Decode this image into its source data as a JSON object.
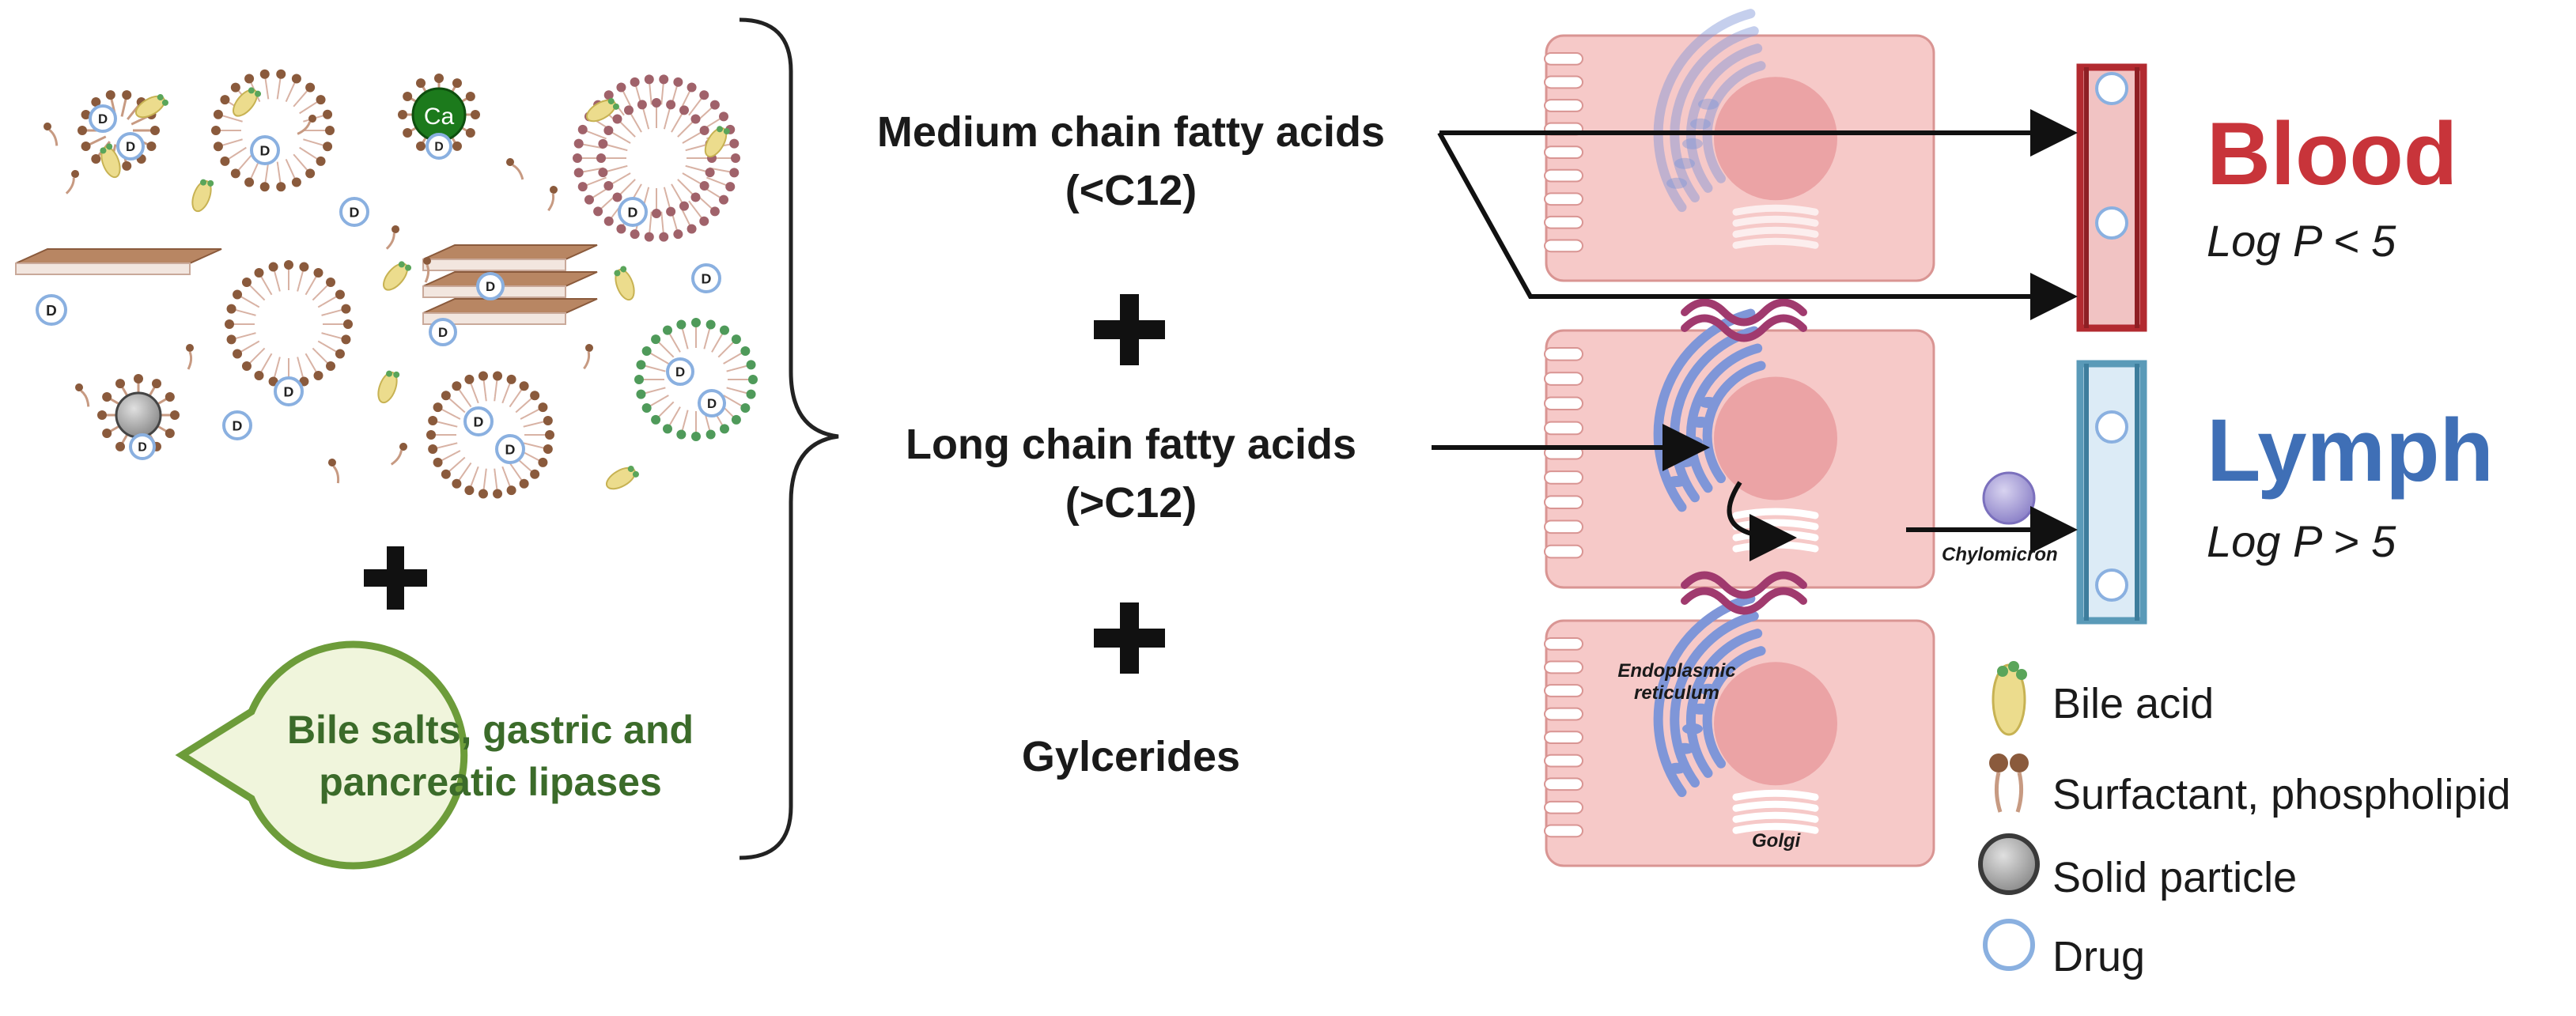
{
  "left": {
    "enzyme_label_line1": "Bile salts, gastric and",
    "enzyme_label_line2": "pancreatic lipases",
    "calcium_label": "Ca",
    "drug_letter": "D"
  },
  "middle": {
    "medium_line1": "Medium chain fatty acids",
    "medium_line2": "(<C12)",
    "long_line1": "Long chain fatty acids",
    "long_line2": "(>C12)",
    "glycerides": "Gylcerides",
    "plus": "+"
  },
  "right": {
    "blood_title": "Blood",
    "blood_rule": "Log P < 5",
    "lymph_title": "Lymph",
    "lymph_rule": "Log P > 5",
    "chylomicron": "Chylomicron",
    "er_line1": "Endoplasmic",
    "er_line2": "reticulum",
    "golgi": "Golgi"
  },
  "legend": {
    "items": [
      {
        "label": "Bile acid",
        "icon": "bile-acid-icon"
      },
      {
        "label": "Surfactant, phospholipid",
        "icon": "surfactant-icon"
      },
      {
        "label": "Solid particle",
        "icon": "solid-particle-icon"
      },
      {
        "label": "Drug",
        "icon": "drug-icon"
      }
    ]
  },
  "colors": {
    "blood": "#c8343a",
    "lymph": "#3f6fb6",
    "enzyme_green": "#3b6b2a",
    "cell_fill": "#f6c9c8",
    "nucleus": "#eba3a5",
    "organelle": "#7f96d8",
    "tight_junction": "#a03a6e"
  }
}
